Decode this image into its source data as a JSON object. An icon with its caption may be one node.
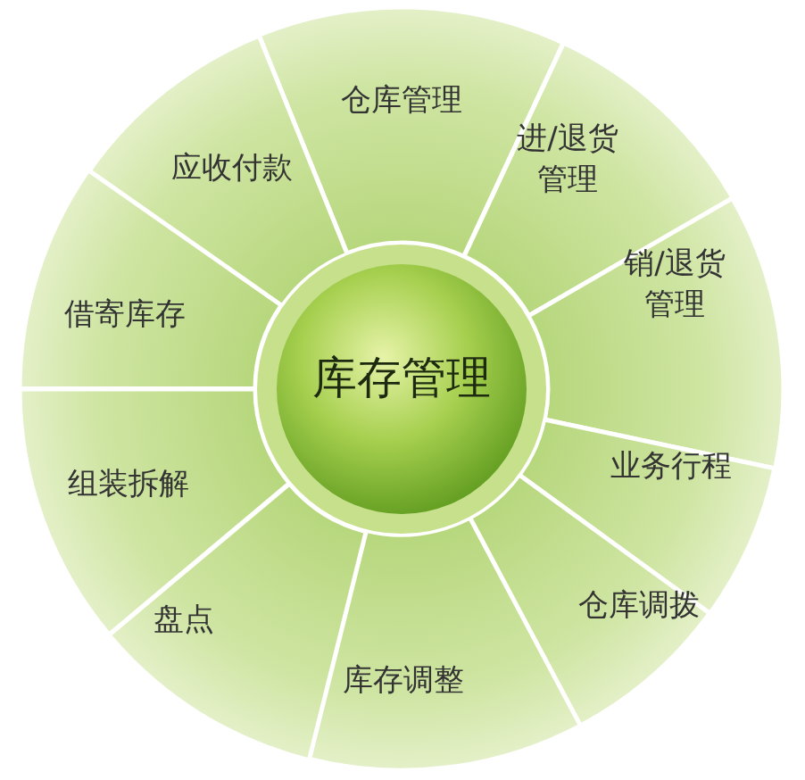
{
  "diagram": {
    "nodes": [
      {
        "text": [
          "库存管理"
        ]
      },
      {
        "text": [
          "仓库管理"
        ]
      },
      {
        "text": [
          "进/退货管理"
        ]
      },
      {
        "text": [
          "销/退货管理"
        ]
      },
      {
        "text": [
          "业务行程"
        ]
      },
      {
        "text": [
          "仓库调拨"
        ]
      },
      {
        "text": [
          "库存调整"
        ]
      },
      {
        "text": [
          "盘点"
        ]
      },
      {
        "text": [
          "组装拆解"
        ]
      },
      {
        "text": [
          "借寄库存"
        ]
      },
      {
        "text": [
          "应收付款"
        ]
      }
    ]
  }
}
